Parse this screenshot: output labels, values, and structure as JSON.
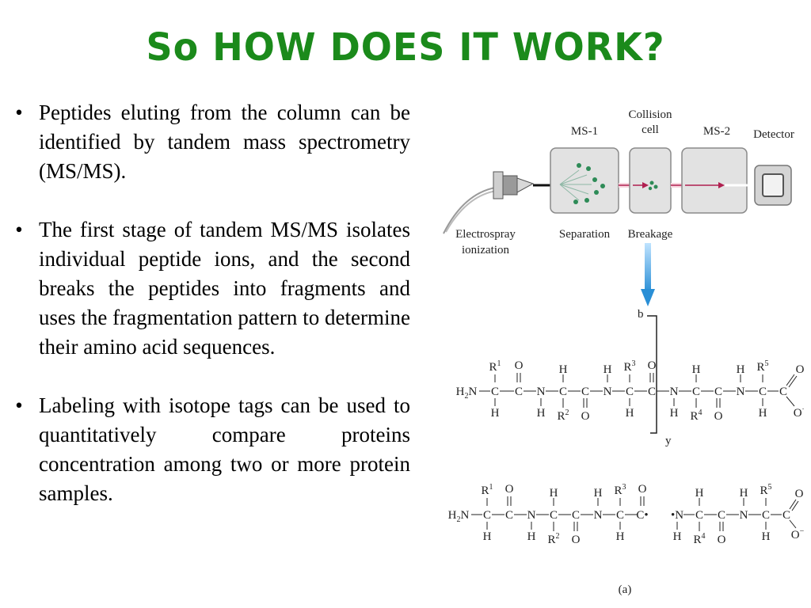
{
  "slide": {
    "title": "So HOW DOES IT WORK?",
    "bullets": [
      "Peptides eluting from the column can be identified by tandem mass spectrometry (MS/MS).",
      "The first stage of tandem MS/MS isolates individual peptide ions, and the second breaks the peptides into fragments and uses the fragmentation pattern to determine their amino acid sequences.",
      "Labeling with isotope tags can be used to quantitatively compare proteins concentration among two or more protein samples."
    ]
  },
  "figure": {
    "labels": {
      "ms1": "MS-1",
      "collision_line1": "Collision",
      "collision_line2": "cell",
      "ms2": "MS-2",
      "detector": "Detector",
      "esi_line1": "Electrospray",
      "esi_line2": "ionization",
      "separation": "Separation",
      "breakage": "Breakage",
      "b_label": "b",
      "y_label": "y",
      "caption": "(a)"
    },
    "colors": {
      "title_green": "#1b8a1b",
      "arrow_blue": "#2a8fd6",
      "beam_red": "#b02050",
      "ion_green": "#2e8b57",
      "box_fill": "#e2e2e2"
    }
  }
}
